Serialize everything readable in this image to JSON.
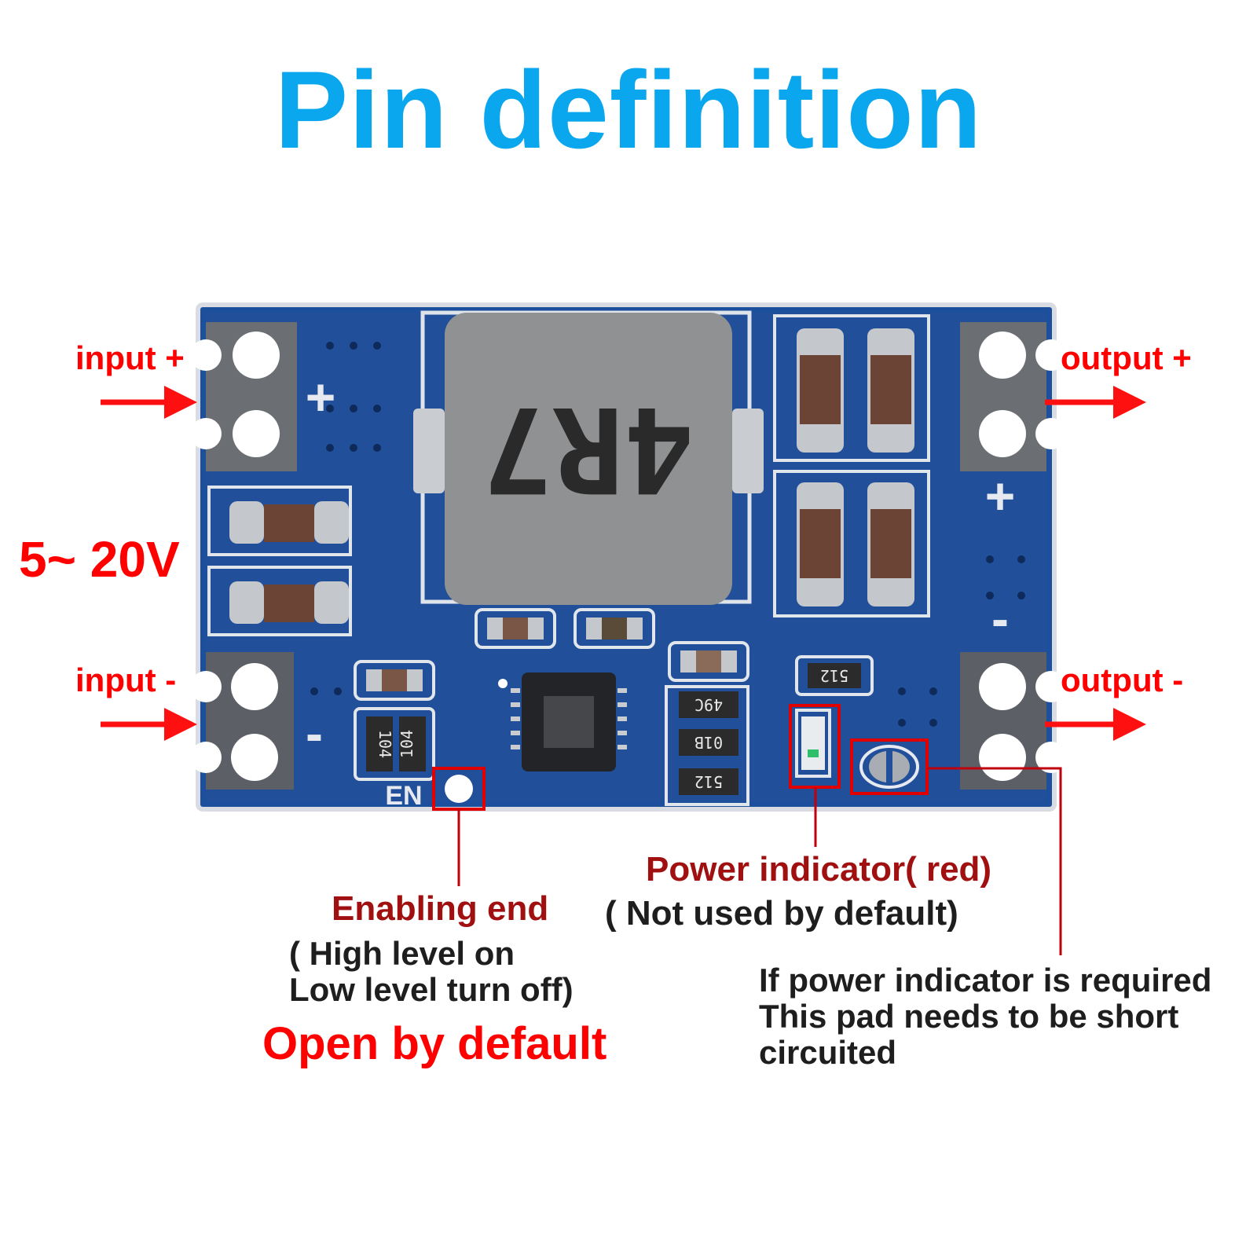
{
  "title": "Pin definition",
  "pins": {
    "input_plus": "input +",
    "input_minus": "input -",
    "output_plus": "output +",
    "output_minus": "output -",
    "voltage": "5~ 20V"
  },
  "silkscreen": {
    "plus": "+",
    "minus": "-",
    "en": "EN",
    "inductor_code": "4R7",
    "res_104": "104",
    "res_49c": "49C",
    "res_01b": "01B",
    "res_512": "512"
  },
  "annotations": {
    "enable_title": "Enabling end",
    "enable_line1": "( High level on",
    "enable_line2": "Low level turn off)",
    "enable_default": "Open by default",
    "power_title": "Power indicator( red)",
    "power_sub": "( Not used by default)",
    "pad_line1": "If power indicator is required",
    "pad_line2": "This pad needs to be short",
    "pad_line3": "circuited"
  },
  "colors": {
    "title": "#0aa6ee",
    "label_red": "#ff0000",
    "label_dark_red": "#a01010",
    "pcb_blue": "#1c4f9c",
    "callout_line": "#c0000c"
  }
}
